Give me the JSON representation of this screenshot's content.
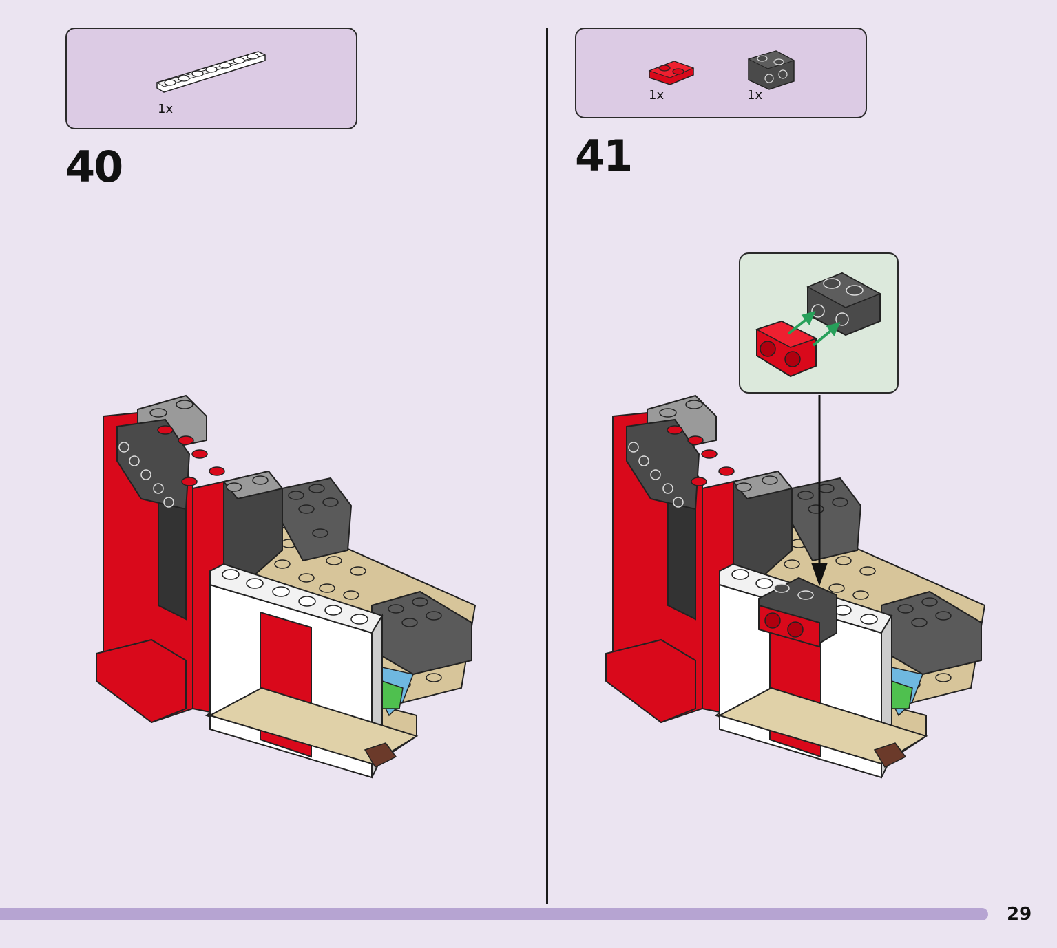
{
  "page": {
    "number": "29",
    "accent_color": "#b6a4d2",
    "background": "#ebe4f1"
  },
  "steps": [
    {
      "number": "40",
      "parts": [
        {
          "quantity": "1x",
          "part": "white-1x8-plate",
          "color": "#ffffff"
        }
      ]
    },
    {
      "number": "41",
      "parts": [
        {
          "quantity": "1x",
          "part": "red-1x2-plate",
          "color": "#d9091b"
        },
        {
          "quantity": "1x",
          "part": "dark-grey-bracket-1x2-2x2",
          "color": "#4a4a4a"
        }
      ],
      "callout": {
        "parts": [
          "red-1x2-plate",
          "dark-grey-bracket-1x2-2x2"
        ],
        "arrow_color": "#27a05a"
      }
    }
  ]
}
